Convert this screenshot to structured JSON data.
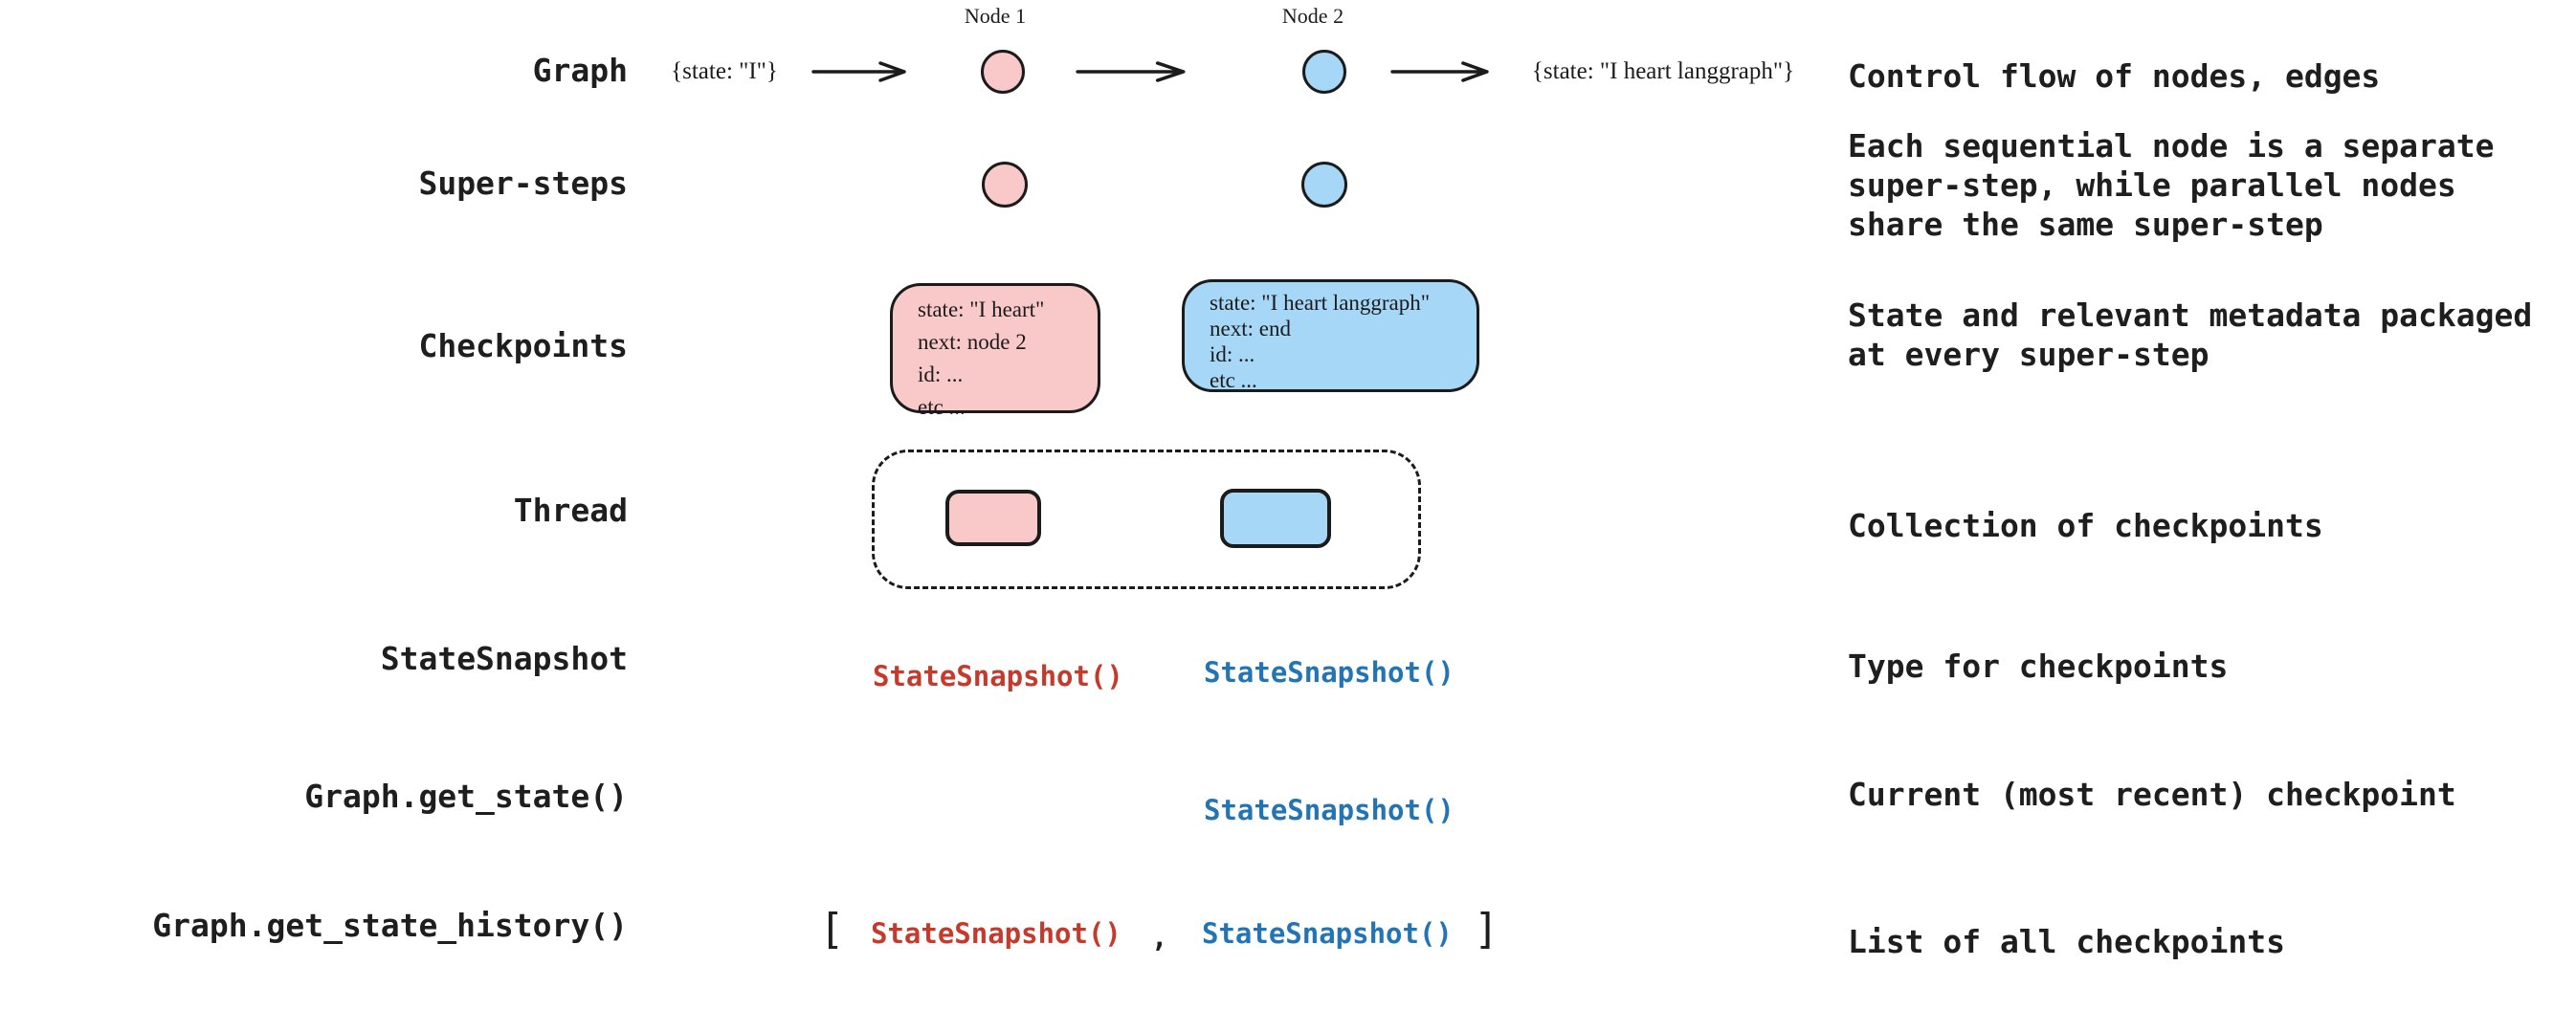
{
  "rows": [
    {
      "label": "Graph",
      "description": "Control flow of nodes, edges"
    },
    {
      "label": "Super-steps",
      "description": "Each sequential node is a separate\nsuper-step, while parallel nodes\nshare the same super-step"
    },
    {
      "label": "Checkpoints",
      "description": "State and relevant metadata packaged\nat every super-step"
    },
    {
      "label": "Thread",
      "description": "Collection of checkpoints"
    },
    {
      "label": "StateSnapshot",
      "description": "Type for checkpoints"
    },
    {
      "label": "Graph.get_state()",
      "description": "Current (most recent) checkpoint"
    },
    {
      "label": "Graph.get_state_history()",
      "description": "List of all checkpoints"
    }
  ],
  "graph_flow": {
    "input_state": "{state: \"I\"}",
    "node1_label": "Node 1",
    "node2_label": "Node 2",
    "output_state": "{state: \"I heart langgraph\"}"
  },
  "checkpoint_pink": {
    "lines": [
      "state: \"I heart\"",
      "next: node 2",
      "id: ...",
      "etc ..."
    ]
  },
  "checkpoint_blue": {
    "lines": [
      "state: \"I heart langgraph\"",
      "next: end",
      "id: ...",
      "etc ..."
    ]
  },
  "snapshots": {
    "row5_red": "StateSnapshot()",
    "row5_blue": "StateSnapshot()",
    "row6_blue": "StateSnapshot()",
    "row7_red": "StateSnapshot()",
    "row7_blue": "StateSnapshot()"
  },
  "history": {
    "open_bracket": "[",
    "comma": ",",
    "close_bracket": "]"
  },
  "colors": {
    "pink_fill": "#F9C8C8",
    "blue_fill": "#A7D7F7",
    "stroke": "#1b1b1b",
    "code_red": "#C43A2C",
    "code_blue": "#2274B5",
    "text": "#1e1e1e",
    "background": "#ffffff"
  }
}
